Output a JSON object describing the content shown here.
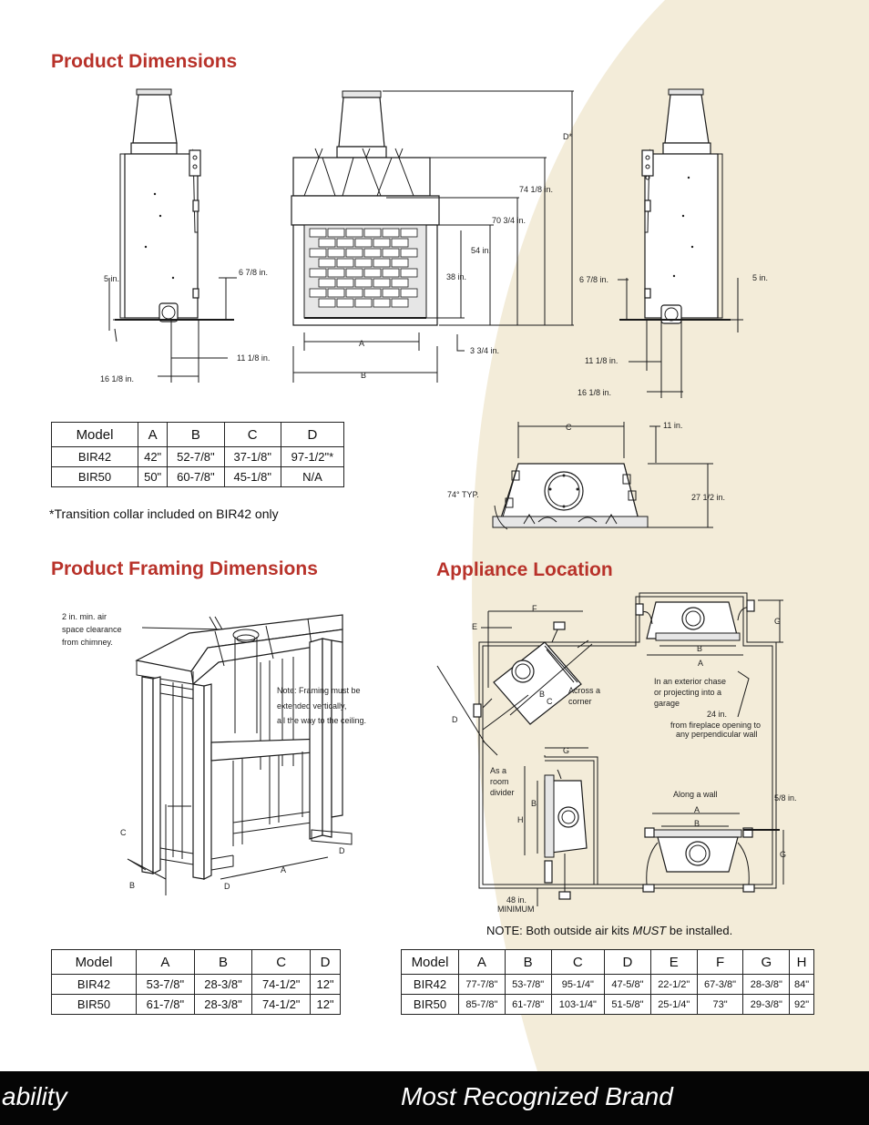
{
  "headings": {
    "product_dimensions": "Product Dimensions",
    "product_framing": "Product Framing Dimensions",
    "appliance_location": "Appliance Location"
  },
  "dimensions_diagram": {
    "left_5in": "5 in.",
    "left_6_7_8": "6 7/8 in.",
    "left_11_1_8": "11 1/8 in.",
    "left_16_1_8": "16 1/8 in.",
    "front_D": "D*",
    "front_74_1_8": "74 1/8 in.",
    "front_70_3_4": "70 3/4 in.",
    "front_54": "54 in.",
    "front_38": "38 in.",
    "front_3_3_4": "3 3/4 in.",
    "front_A": "A",
    "front_B": "B",
    "right_6_7_8": "6 7/8 in.",
    "right_5in": "5 in.",
    "right_11_1_8": "11 1/8 in.",
    "right_16_1_8": "16 1/8 in.",
    "top_C": "C",
    "top_11in": "11 in.",
    "top_74typ": "74° TYP.",
    "top_27_1_2": "27 1/2 in."
  },
  "dimensions_table": {
    "headers": [
      "Model",
      "A",
      "B",
      "C",
      "D"
    ],
    "rows": [
      [
        "BIR42",
        "42\"",
        "52-7/8\"",
        "37-1/8\"",
        "97-1/2\"*"
      ],
      [
        "BIR50",
        "50\"",
        "60-7/8\"",
        "45-1/8\"",
        "N/A"
      ]
    ]
  },
  "transition_note": "*Transition collar included on BIR42 only",
  "framing_diagram": {
    "clearance_line1": "2 in. min. air",
    "clearance_line2": "space clearance",
    "clearance_line3": "from chimney.",
    "note_line1": "Note: Framing must be",
    "note_line2": "extended vertically,",
    "note_line3": "all the way to the ceiling.",
    "label_C": "C",
    "label_B": "B",
    "label_D1": "D",
    "label_A": "A",
    "label_D2": "D"
  },
  "framing_table": {
    "headers": [
      "Model",
      "A",
      "B",
      "C",
      "D"
    ],
    "rows": [
      [
        "BIR42",
        "53-7/8\"",
        "28-3/8\"",
        "74-1/2\"",
        "12\""
      ],
      [
        "BIR50",
        "61-7/8\"",
        "28-3/8\"",
        "74-1/2\"",
        "12\""
      ]
    ]
  },
  "location_diagram": {
    "F": "F",
    "E": "E",
    "D": "D",
    "C": "C",
    "B1": "B",
    "across1": "Across a",
    "across2": "corner",
    "G1": "G",
    "B2": "B",
    "A1": "A",
    "ext1": "In an exterior chase",
    "ext2": "or projecting into a",
    "ext3": "garage",
    "w24_1": "24 in.",
    "w24_2": "from fireplace opening to",
    "w24_3": "any perpendicular wall",
    "G2": "G",
    "room1": "As a",
    "room2": "room",
    "room3": "divider",
    "B3": "B",
    "H": "H",
    "along": "Along a wall",
    "A2": "A",
    "B4": "B",
    "five_eighths": "5/8 in.",
    "G3": "G",
    "min1": "48 in.",
    "min2": "MINIMUM"
  },
  "air_note_prefix": "NOTE:  Both outside air kits ",
  "air_note_must": "MUST",
  "air_note_suffix": " be installed.",
  "location_table": {
    "headers": [
      "Model",
      "A",
      "B",
      "C",
      "D",
      "E",
      "F",
      "G",
      "H"
    ],
    "rows": [
      [
        "BIR42",
        "77-7/8\"",
        "53-7/8\"",
        "95-1/4\"",
        "47-5/8\"",
        "22-1/2\"",
        "67-3/8\"",
        "28-3/8\"",
        "84\""
      ],
      [
        "BIR50",
        "85-7/8\"",
        "61-7/8\"",
        "103-1/4\"",
        "51-5/8\"",
        "25-1/4\"",
        "73\"",
        "29-3/8\"",
        "92\""
      ]
    ]
  },
  "footer": {
    "left_text": "ability",
    "right_text": "Most Recognized Brand"
  },
  "colors": {
    "heading_red": "#b8322a",
    "cream_curve": "#f3ecd9",
    "footer_black": "#050505"
  }
}
